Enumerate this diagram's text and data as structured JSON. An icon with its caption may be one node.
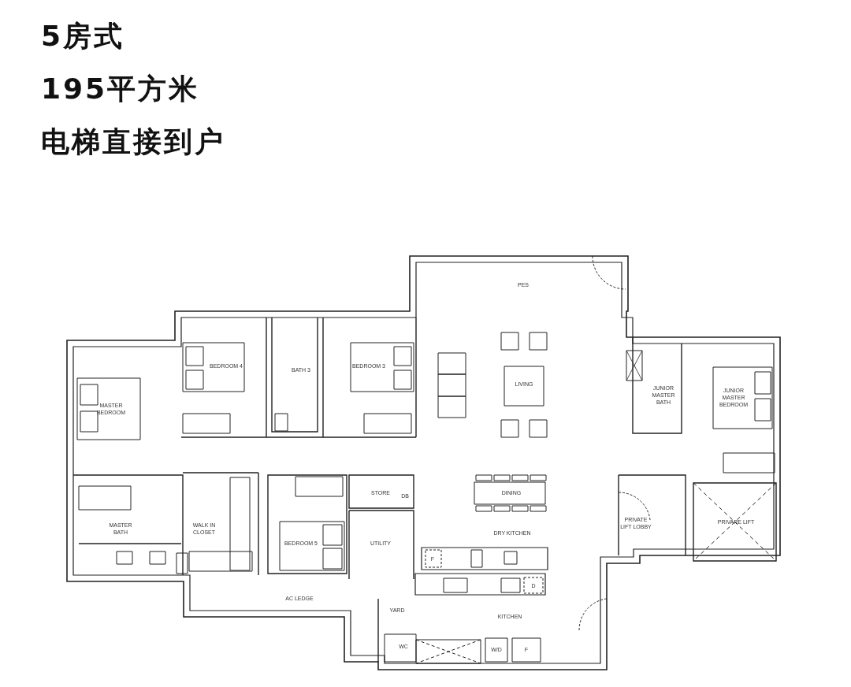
{
  "diagram": {
    "title": "5房式",
    "labels": [
      "195平方米",
      "电梯直接到户",
      "PES",
      "BEDROOM 4",
      "BATH 3",
      "BEDROOM 3",
      "MASTER BEDROOM",
      "LIVING",
      "JUNIOR MASTER BATH",
      "JUNIOR MASTER BEDROOM",
      "STORE",
      "DB",
      "DINING",
      "MASTER BATH",
      "WALK IN CLOSET",
      "PRIVATE LIFT LOBBY",
      "PRIVARE LIFT",
      "BEDROOM 5",
      "UTILITY",
      "DRY KITCHEN",
      "F",
      "D",
      "AC LEDGE",
      "YARD",
      "KITCHEN",
      "WC",
      "W/D",
      "F"
    ]
  }
}
